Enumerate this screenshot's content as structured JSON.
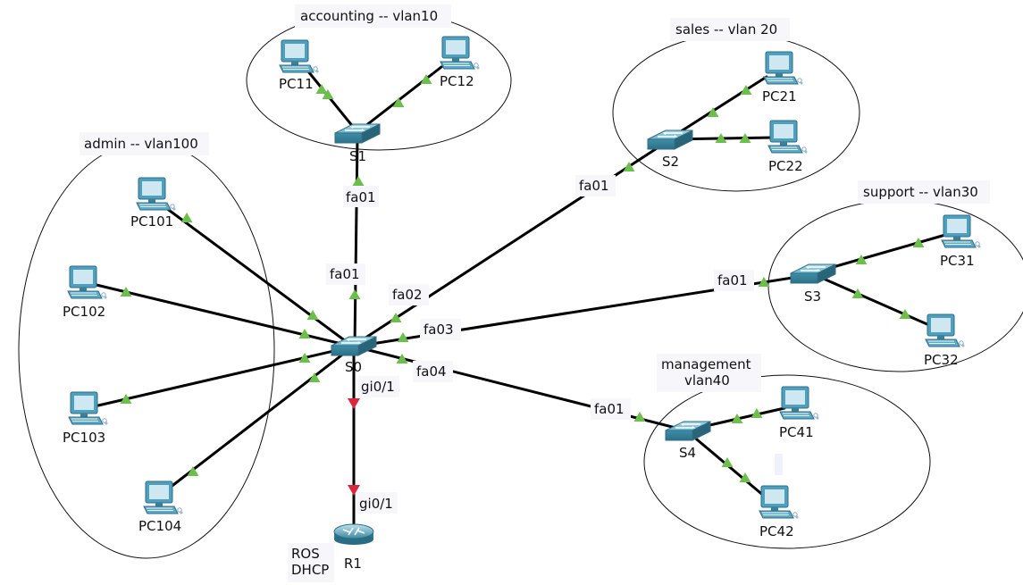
{
  "groups": {
    "admin": "admin -- vlan100",
    "accounting": "accounting -- vlan10",
    "sales": "sales -- vlan 20",
    "support": "support -- vlan30",
    "management_line1": "management",
    "management_line2": "vlan40"
  },
  "devices": {
    "S0": "S0",
    "S1": "S1",
    "S2": "S2",
    "S3": "S3",
    "S4": "S4",
    "R1": "R1",
    "PC11": "PC11",
    "PC12": "PC12",
    "PC21": "PC21",
    "PC22": "PC22",
    "PC31": "PC31",
    "PC32": "PC32",
    "PC41": "PC41",
    "PC42": "PC42",
    "PC101": "PC101",
    "PC102": "PC102",
    "PC103": "PC103",
    "PC104": "PC104"
  },
  "router_note": {
    "line1": "ROS",
    "line2": "DHCP"
  },
  "ports": {
    "s1_uplink": "fa01",
    "s0_to_s1": "fa01",
    "s0_to_s2": "fa02",
    "s0_to_s3": "fa03",
    "s0_to_s4": "fa04",
    "s2_uplink": "fa01",
    "s3_uplink": "fa01",
    "s4_uplink": "fa01",
    "s0_to_r1": "gi0/1",
    "r1_uplink": "gi0/1"
  },
  "colors": {
    "link_up": "#6cbf4a",
    "link_down": "#d8283a",
    "switch": "#3f8ea8",
    "pc_screen": "#cfe7f0"
  }
}
